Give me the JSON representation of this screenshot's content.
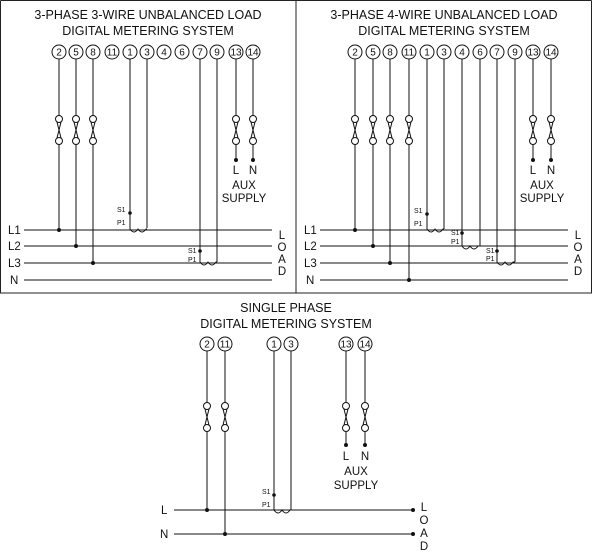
{
  "panels": [
    {
      "id": "p3w",
      "title": [
        "3-PHASE 3-WIRE UNBALANCED LOAD",
        "DIGITAL METERING SYSTEM"
      ],
      "terminals": [
        "2",
        "5",
        "8",
        "11",
        "1",
        "3",
        "4",
        "6",
        "7",
        "9",
        "13",
        "14"
      ],
      "lines": [
        "L1",
        "L2",
        "L3",
        "N"
      ],
      "load_label": [
        "L",
        "O",
        "A",
        "D"
      ],
      "ct_labels": [
        "S1",
        "P1"
      ],
      "aux": [
        "L",
        "N",
        "AUX",
        "SUPPLY"
      ]
    },
    {
      "id": "p4w",
      "title": [
        "3-PHASE 4-WIRE UNBALANCED LOAD",
        "DIGITAL METERING SYSTEM"
      ],
      "terminals": [
        "2",
        "5",
        "8",
        "11",
        "1",
        "3",
        "4",
        "6",
        "7",
        "9",
        "13",
        "14"
      ],
      "lines": [
        "L1",
        "L2",
        "L3",
        "N"
      ],
      "load_label": [
        "L",
        "O",
        "A",
        "D"
      ],
      "ct_labels": [
        "S1",
        "P1"
      ],
      "aux": [
        "L",
        "N",
        "AUX",
        "SUPPLY"
      ]
    },
    {
      "id": "p1",
      "title": [
        "SINGLE PHASE",
        "DIGITAL METERING SYSTEM"
      ],
      "terminals": [
        "2",
        "11",
        "1",
        "3",
        "13",
        "14"
      ],
      "lines": [
        "L",
        "N"
      ],
      "load_label": [
        "L",
        "O",
        "A",
        "D"
      ],
      "ct_labels": [
        "S1",
        "P1"
      ],
      "aux": [
        "L",
        "N",
        "AUX",
        "SUPPLY"
      ]
    }
  ]
}
